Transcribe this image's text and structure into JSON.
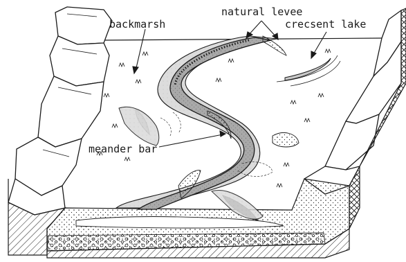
{
  "labels": {
    "backmarsh": "backmarsh",
    "natural_levee": "natural levee",
    "crescent_lake": "crecsent lake",
    "meander_bar": "meander bar"
  },
  "colors": {
    "ink": "#1a1a1a",
    "channel": "#a9a9a9",
    "levee": "#dcdcdc",
    "floodplain": "#ffffff"
  }
}
